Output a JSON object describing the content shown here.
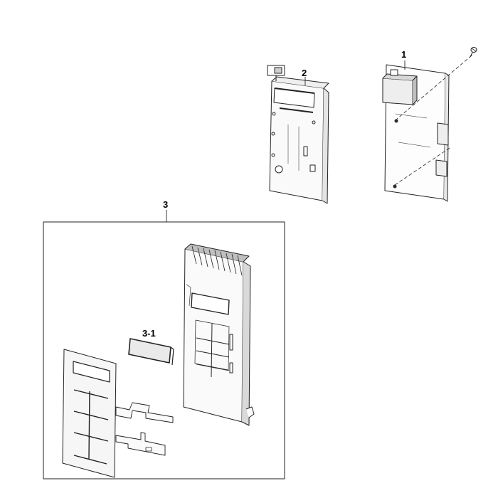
{
  "callouts": {
    "part_1": "1",
    "part_2": "2",
    "part_3": "3",
    "part_3_1": "3-1"
  }
}
